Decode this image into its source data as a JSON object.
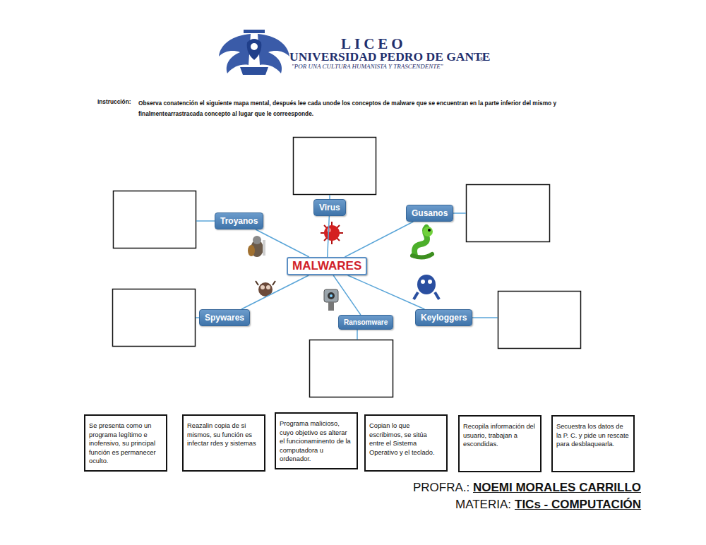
{
  "diagram": {
    "nodes": [
      {
        "text": [
          "Virus"
        ]
      },
      {
        "text": [
          "Troyanos"
        ]
      },
      {
        "text": [
          "Gusanos"
        ]
      },
      {
        "text": [
          "MALWARES"
        ]
      },
      {
        "text": [
          "Spywares"
        ]
      },
      {
        "text": [
          "Ransomware"
        ]
      },
      {
        "text": [
          "Keyloggers"
        ]
      },
      {
        "text": [
          "Se presenta como un programa legítimo e inofensivo, su principal función es permanecer oculto."
        ]
      },
      {
        "text": [
          "Reazalin copia de si mismos, su función es infectar rdes y sistemas"
        ]
      },
      {
        "text": [
          "Programa malicioso, cuyo objetivo es alterar el funcionaminento de la computadora u ordenador."
        ]
      },
      {
        "text": [
          "Copian lo que escribimos, se sitúa entre el Sistema Operativo y el teclado."
        ]
      },
      {
        "text": [
          "Recopila información del usuario, trabajan a escondidas."
        ]
      },
      {
        "text": [
          "Secuestra los datos de la P. C. y pide un rescate para desblaquearla."
        ]
      }
    ],
    "edges": [
      {
        "from": 3,
        "to": 0,
        "arrow": "none"
      },
      {
        "from": 3,
        "to": 1,
        "arrow": "none"
      },
      {
        "from": 3,
        "to": 2,
        "arrow": "none"
      },
      {
        "from": 3,
        "to": 4,
        "arrow": "none"
      },
      {
        "from": 3,
        "to": 5,
        "arrow": "none"
      },
      {
        "from": 3,
        "to": 6,
        "arrow": "none"
      }
    ],
    "labels": [
      "LICEO",
      "UNIVERSIDAD PEDRO DE GANTE",
      "\"POR UNA CULTURA HUMANISTA Y TRASCENDENTE\"",
      "®",
      "Instrucción:",
      "Observa conatención el siguiente mapa mental, después lee cada unode los conceptos de malware que se encuentran en la parte inferior del mismo y finalmentearrastracada concepto al lugar que le correesponde.",
      "PROFRA.:",
      "NOEMI MORALES CARRILLO",
      "MATERIA:",
      "TICs - COMPUTACIÓN"
    ]
  }
}
